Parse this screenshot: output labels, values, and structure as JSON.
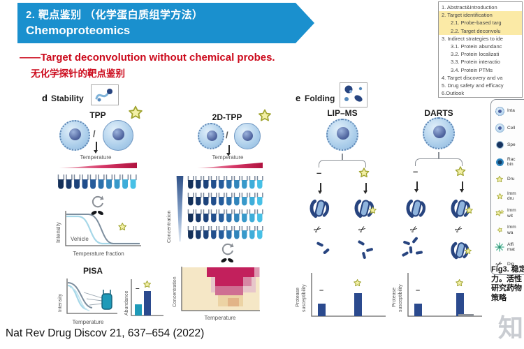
{
  "banner": {
    "title_zh": "2. 靶点鉴别 （化学蛋白质组学方法）",
    "title_en": "Chemoproteomics"
  },
  "subtitle": {
    "en": "——Target deconvolution without chemical probes.",
    "zh": "无化学探针的靶点鉴别"
  },
  "outline": {
    "items": [
      {
        "label": "1. Abstract&Introduction"
      },
      {
        "label": "2. Target identification"
      },
      {
        "label": "2.1. Probe-based targ"
      },
      {
        "label": "2.2. Target deconvolu"
      },
      {
        "label": "3. Indirect strategies to ide"
      },
      {
        "label": "3.1. Protein abundanc"
      },
      {
        "label": "3.2. Protein localizati"
      },
      {
        "label": "3.3. Protein interactio"
      },
      {
        "label": "3.4. Protein PTMs"
      },
      {
        "label": "4. Target discovery and va"
      },
      {
        "label": "5. Drug safety and efficacy"
      },
      {
        "label": "6.Outlook"
      }
    ]
  },
  "panels": {
    "d_letter": "d",
    "d_title": "Stability",
    "e_letter": "e",
    "e_title": "Folding"
  },
  "tpp": {
    "title": "TPP",
    "slash": "/",
    "temperature": "Temperature",
    "ylabel": "Intensity",
    "xlabel": "Temperature fraction",
    "vehicle": "Vehicle"
  },
  "pisa": {
    "title": "PISA",
    "ylabel": "Intensity",
    "xlabel": "Temperature",
    "bar_ylabel": "Abundance",
    "minus": "–"
  },
  "tpp2d": {
    "title": "2D-TPP",
    "slash": "/",
    "temperature": "Temperature",
    "concentration": "Concentration",
    "hm_ylabel": "Concentration",
    "hm_xlabel": "Temperature"
  },
  "lipms": {
    "title": "LIP–MS",
    "minus": "–",
    "ylabel1": "Protease",
    "ylabel2": "susceptibility"
  },
  "darts": {
    "title": "DARTS",
    "minus": "–",
    "ylabel1": "Protease",
    "ylabel2": "susceptibility"
  },
  "legend": {
    "items": [
      {
        "l1": "Inta",
        "l2": ""
      },
      {
        "l1": "Cell",
        "l2": ""
      },
      {
        "l1": "Spe",
        "l2": ""
      },
      {
        "l1": "Rac",
        "l2": "bin"
      },
      {
        "l1": "Dru",
        "l2": ""
      },
      {
        "l1": "Imm",
        "l2": "dru"
      },
      {
        "l1": "Imm",
        "l2": "wit"
      },
      {
        "l1": "Imm",
        "l2": "wa"
      },
      {
        "l1": "Affi",
        "l2": "mat"
      },
      {
        "l1": "Dig",
        "l2": ""
      }
    ]
  },
  "icons": {
    "scissors": "✂"
  },
  "caption": {
    "l1": "Fig3. 稳定",
    "l2": "力。活性",
    "l3": "研究药物",
    "l4": "策略"
  },
  "reference": "Nat Rev Drug Discov 21, 637–654 (2022)",
  "watermark": "知"
}
